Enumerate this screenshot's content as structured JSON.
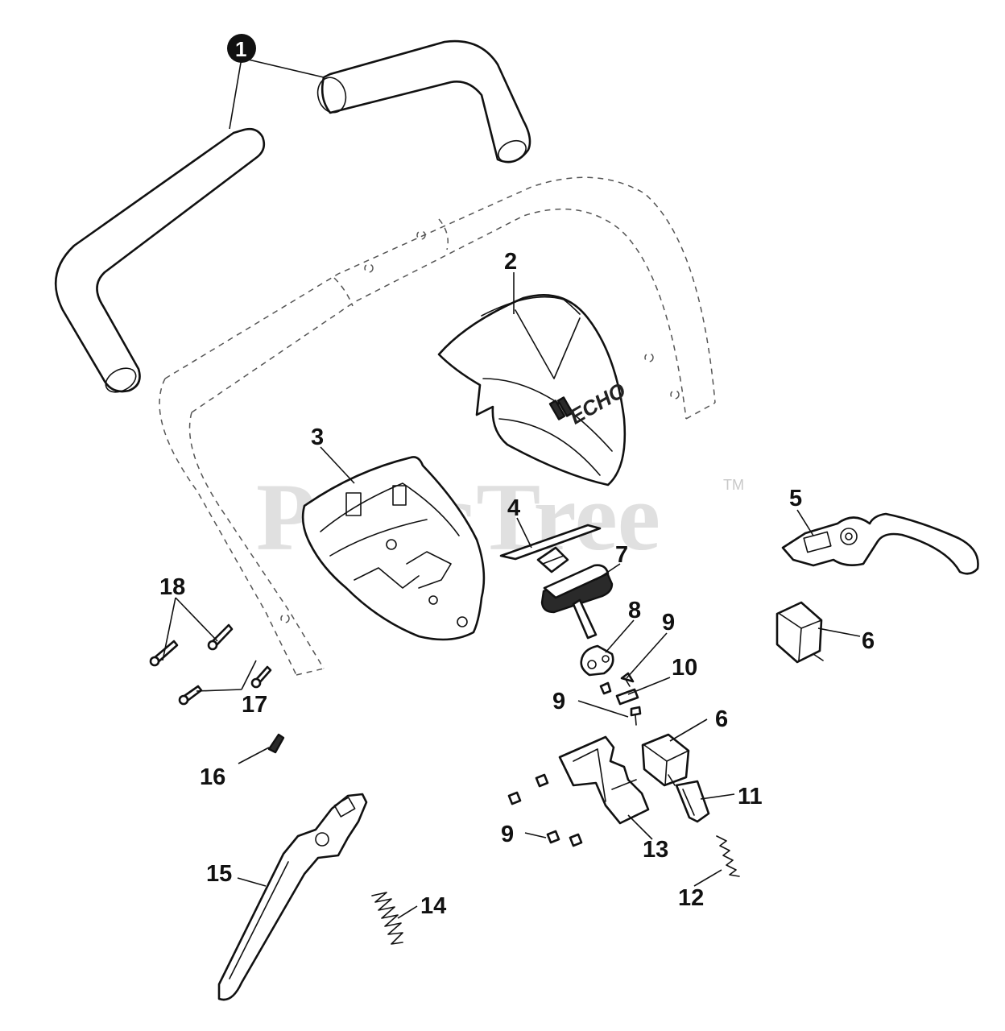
{
  "watermark": {
    "text": "PartsTree",
    "trademark": "TM"
  },
  "brand_mark": "ECHO",
  "callouts": [
    {
      "id": "c1",
      "label": "1"
    },
    {
      "id": "c2",
      "label": "2"
    },
    {
      "id": "c3",
      "label": "3"
    },
    {
      "id": "c4",
      "label": "4"
    },
    {
      "id": "c5",
      "label": "5"
    },
    {
      "id": "c6a",
      "label": "6"
    },
    {
      "id": "c6b",
      "label": "6"
    },
    {
      "id": "c7",
      "label": "7"
    },
    {
      "id": "c8",
      "label": "8"
    },
    {
      "id": "c9a",
      "label": "9"
    },
    {
      "id": "c9b",
      "label": "9"
    },
    {
      "id": "c9c",
      "label": "9"
    },
    {
      "id": "c10",
      "label": "10"
    },
    {
      "id": "c11",
      "label": "11"
    },
    {
      "id": "c12",
      "label": "12"
    },
    {
      "id": "c13",
      "label": "13"
    },
    {
      "id": "c14",
      "label": "14"
    },
    {
      "id": "c15",
      "label": "15"
    },
    {
      "id": "c16",
      "label": "16"
    },
    {
      "id": "c17",
      "label": "17"
    },
    {
      "id": "c18",
      "label": "18"
    }
  ]
}
